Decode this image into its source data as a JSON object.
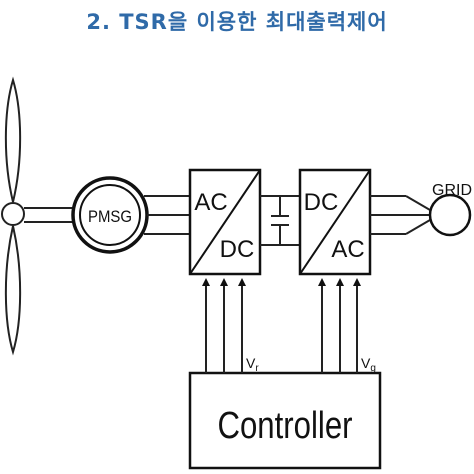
{
  "title": "2. TSR을 이용한 최대출력제어",
  "diagram": {
    "generator": "PMSG",
    "rectifier": {
      "top": "AC",
      "bottom": "DC"
    },
    "inverter": {
      "top": "DC",
      "bottom": "AC"
    },
    "grid": "GRID",
    "controller": "Controller",
    "signal_rectifier": {
      "base": "V",
      "sub": "r"
    },
    "signal_inverter": {
      "base": "V",
      "sub": "g"
    }
  }
}
